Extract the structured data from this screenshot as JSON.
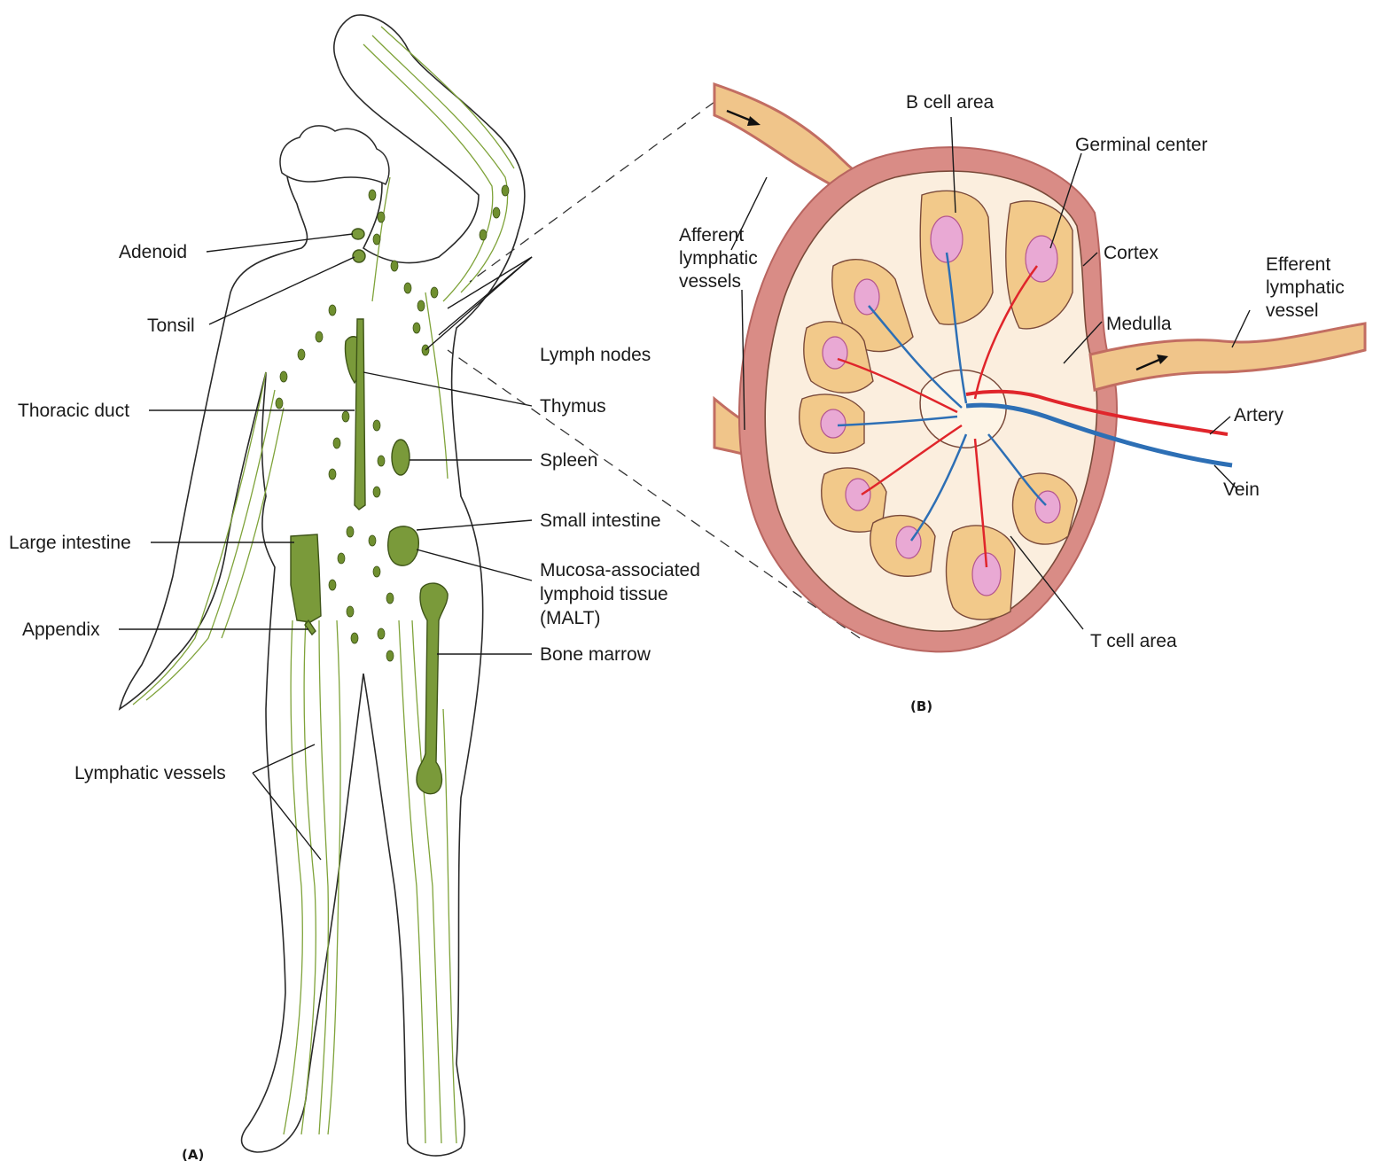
{
  "colors": {
    "lymph_green": "#7a9a3a",
    "capsule_pink": "#d98c86",
    "follicle_tan": "#f2c98a",
    "germinal_pink": "#e9a9d4",
    "artery_red": "#e0252b",
    "vein_blue": "#2d6fb5"
  },
  "panel_a": {
    "label": "(A)",
    "labels": {
      "adenoid": "Adenoid",
      "tonsil": "Tonsil",
      "lymph_nodes": "Lymph nodes",
      "thoracic_duct": "Thoracic duct",
      "thymus": "Thymus",
      "spleen": "Spleen",
      "small_intestine": "Small intestine",
      "large_intestine": "Large intestine",
      "malt_1": "Mucosa-associated",
      "malt_2": "lymphoid tissue",
      "malt_3": "(MALT)",
      "appendix": "Appendix",
      "bone_marrow": "Bone marrow",
      "lymphatic_vessels": "Lymphatic vessels"
    }
  },
  "panel_b": {
    "label": "(B)",
    "labels": {
      "b_cell_area": "B cell area",
      "germinal_center": "Germinal center",
      "afferent_1": "Afferent",
      "afferent_2": "lymphatic",
      "afferent_3": "vessels",
      "cortex": "Cortex",
      "efferent_1": "Efferent",
      "efferent_2": "lymphatic",
      "efferent_3": "vessel",
      "medulla": "Medulla",
      "artery": "Artery",
      "vein": "Vein",
      "t_cell_area": "T cell area"
    }
  }
}
